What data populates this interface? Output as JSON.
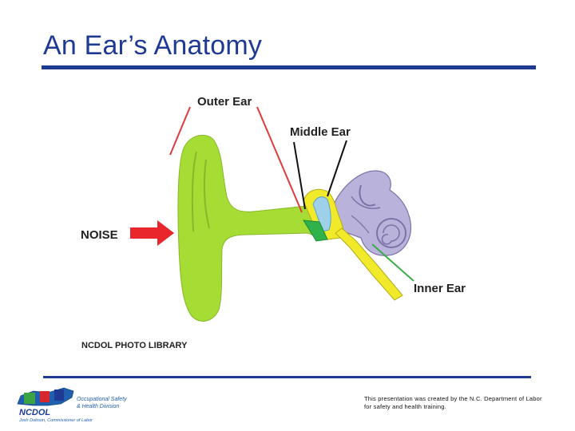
{
  "slide": {
    "title": "An Ear’s Anatomy",
    "footer_text": "This presentation was created by the N.C. Department of Labor for safety and health training."
  },
  "diagram": {
    "labels": {
      "outer_ear": "Outer Ear",
      "middle_ear": "Middle Ear",
      "inner_ear": "Inner Ear",
      "noise": "NOISE",
      "credit": "NCDOL PHOTO LIBRARY"
    }
  },
  "logo": {
    "wordmark": "NCDOL",
    "tagline_1": "Occupational Safety",
    "tagline_2": "& Health Division",
    "commissioner": "Josh Dobson, Commissioner of Labor"
  },
  "colors": {
    "brand_blue": "#1f3a93",
    "outer_ear_green": "#a6dd35",
    "bone_yellow": "#f1ea2a",
    "inner_ear_lavender": "#b9b2da",
    "arrow_red": "#e8262b",
    "pointer_green": "#3aab47"
  }
}
